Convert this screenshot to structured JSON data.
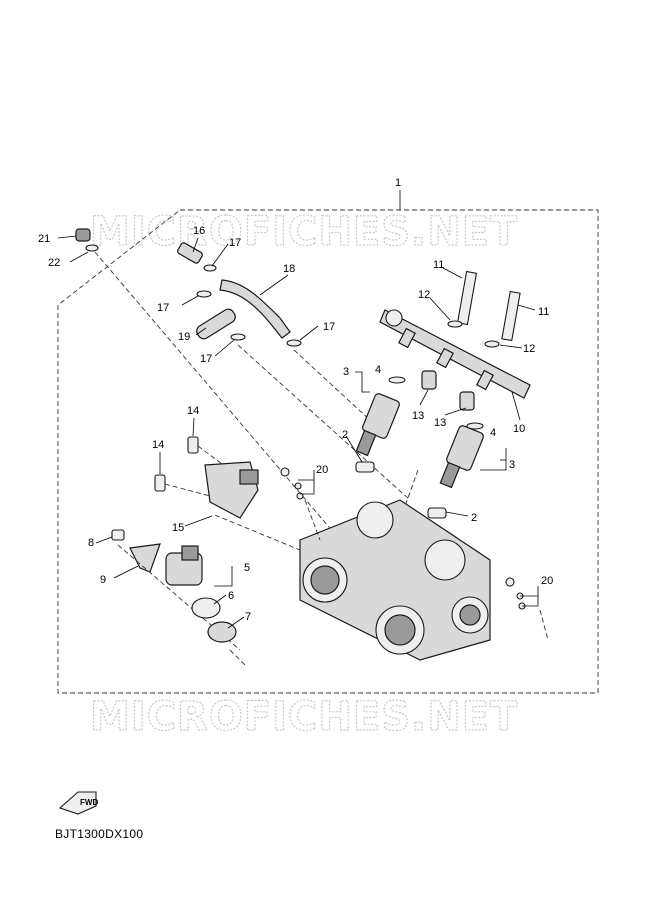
{
  "watermark": {
    "text": "MICROFICHES.NET"
  },
  "callouts": [
    "1",
    "2",
    "2",
    "3",
    "3",
    "4",
    "4",
    "5",
    "6",
    "7",
    "8",
    "9",
    "10",
    "11",
    "11",
    "12",
    "12",
    "13",
    "13",
    "14",
    "14",
    "15",
    "16",
    "17",
    "17",
    "17",
    "17",
    "18",
    "19",
    "20",
    "20",
    "21",
    "22"
  ],
  "fwd_label": "FWD",
  "doc_code": "BJT1300DX100",
  "colors": {
    "line": "#000000",
    "part_fill": "#d9d9d9",
    "watermark": "#c8c8c8"
  }
}
